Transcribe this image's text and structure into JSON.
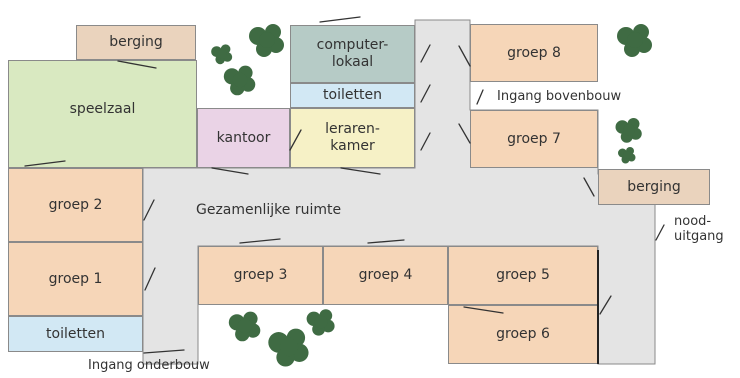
{
  "colors": {
    "hall": "#e4e4e4",
    "classroom": "#f6d6b8",
    "storage": "#ead3bd",
    "gym": "#d9e9c1",
    "office": "#ead3e6",
    "computer_room": "#b6cbc6",
    "toilets": "#d2e8f4",
    "staff_room": "#f6f1c6",
    "tree": "#3f6b43"
  },
  "rooms": {
    "berging_top": "berging",
    "speelzaal": "speelzaal",
    "kantoor": "kantoor",
    "computerlokaal": "computer-\nlokaal",
    "toiletten_top": "toiletten",
    "lerarenkamer": "leraren-\nkamer",
    "groep_8": "groep 8",
    "groep_7": "groep 7",
    "berging_right": "berging",
    "groep_2": "groep 2",
    "groep_1": "groep 1",
    "toiletten_bottom": "toiletten",
    "groep_3": "groep 3",
    "groep_4": "groep 4",
    "groep_5": "groep 5",
    "groep_6": "groep 6"
  },
  "labels": {
    "shared_space": "Gezamenlijke ruimte",
    "entrance_upper": "Ingang bovenbouw",
    "emergency_exit": "nood-\nuitgang",
    "entrance_lower": "Ingang onderbouw"
  },
  "icons": {
    "trees": "tree-icon"
  }
}
